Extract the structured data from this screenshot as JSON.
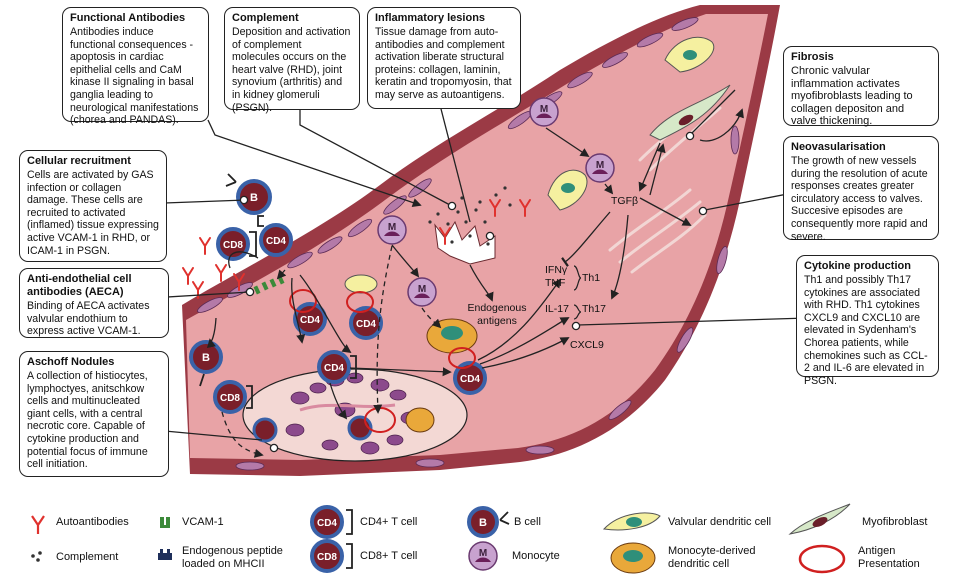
{
  "boxes": {
    "functional_antibodies": {
      "title": "Functional Antibodies",
      "text": "Antibodies induce functional consequences - apoptosis in cardiac epithelial cells and CaM kinase II signaling in basal ganglia leading to neurological manifestations (chorea and PANDAS)."
    },
    "complement": {
      "title": "Complement",
      "text": "Deposition and activation of complement molecules occurs on the heart valve (RHD), joint synovium (arthritis) and in kidney glomeruli (PSGN)."
    },
    "inflammatory_lesions": {
      "title": "Inflammatory lesions",
      "text": "Tissue damage from auto-antibodies and complement activation liberate structural proteins: collagen, laminin, keratin and tropomyosin, that may serve as autoantigens."
    },
    "fibrosis": {
      "title": "Fibrosis",
      "text": "Chronic valvular inflammation activates myofibroblasts leading to collagen depositon and valve thickening."
    },
    "cellular_recruitment": {
      "title": "Cellular recruitment",
      "text": "Cells are activated by GAS infection or collagen damage. These cells are recruited to activated (inflamed) tissue expressing active VCAM-1 in RHD, or ICAM-1 in PSGN."
    },
    "neovascularisation": {
      "title": "Neovasularisation",
      "text": "The growth of new vessels during the resolution of acute responses creates greater circulatory access to valves. Succesive episodes are consequently more rapid and severe."
    },
    "aeca": {
      "title": "Anti-endothelial cell antibodies (AECA)",
      "text": "Binding of AECA activates valvular endothium to express active VCAM-1."
    },
    "cytokine_production": {
      "title": "Cytokine production",
      "text": "Th1 and possibly Th17 cytokines are associated with RHD. Th1 cytokines CXCL9 and CXCL10 are elevated in Sydenham's Chorea patients, while chemokines such as CCL-2 and IL-6 are elevated in PSGN."
    },
    "aschoff": {
      "title": "Aschoff Nodules",
      "text": "A collection of histiocytes, lymphoctyes, anitschkow cells and multinucleated giant cells, with a central necrotic core. Capable of cytokine production and potential focus of immune cell initiation."
    }
  },
  "diagram_labels": {
    "b": "B",
    "m": "M",
    "cd4": "CD4",
    "cd8": "CD8",
    "tgfb": "TGFβ",
    "ifn": "IFNγ",
    "tnf": "TNF",
    "th1": "Th1",
    "il17": "IL-17",
    "th17": "Th17",
    "cxcl9": "CXCL9",
    "endogenous_antigens_1": "Endogenous",
    "endogenous_antigens_2": "antigens"
  },
  "legend": {
    "autoantibodies": "Autoantibodies",
    "vcam1": "VCAM-1",
    "cd4_t": "CD4+ T cell",
    "b_cell": "B cell",
    "valvular_dc": "Valvular dendritic cell",
    "myofibroblast": "Myofibroblast",
    "complement": "Complement",
    "endogenous_peptide_1": "Endogenous peptide",
    "endogenous_peptide_2": "loaded on MHCII",
    "cd8_t": "CD8+ T cell",
    "monocyte": "Monocyte",
    "mono_dc_1": "Monocyte-derived",
    "mono_dc_2": "dendritic cell",
    "antigen_pres_1": "Antigen",
    "antigen_pres_2": "Presentation"
  },
  "colors": {
    "vessel_wall": "#9b3a45",
    "vessel_lumen": "#e8a3a6",
    "endothelial_cell": "#b47aa8",
    "cd_cell": "#7a1f2a",
    "cd_ring": "#3a62a8",
    "b_ring": "#3a62a8",
    "monocyte": "#c8a2cf",
    "antibody": "#e0322e",
    "vcam": "#3c8a3a",
    "dendritic": "#f5f0a0",
    "mono_dc": "#e9a83a",
    "antigen_ring": "#d02020"
  }
}
